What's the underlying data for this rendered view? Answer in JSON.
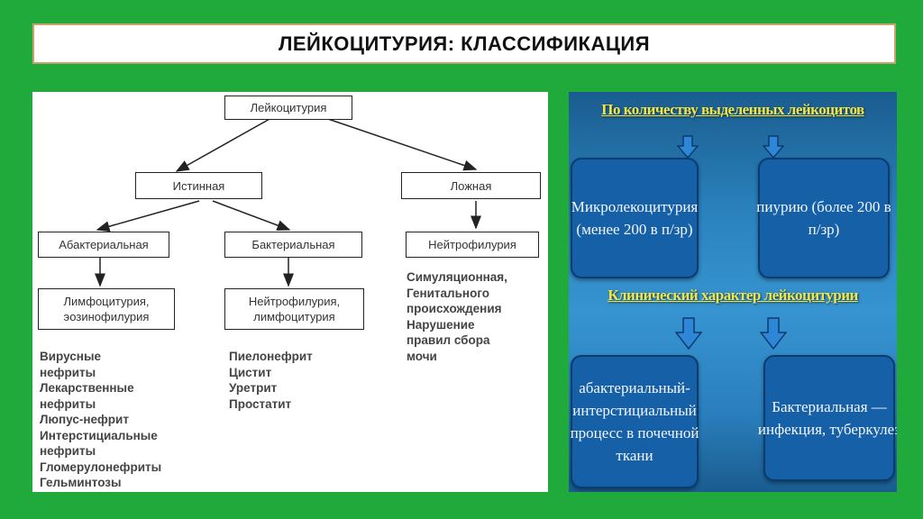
{
  "title": "ЛЕЙКОЦИТУРИЯ: КЛАССИФИКАЦИЯ",
  "tree": {
    "root": "Лейкоцитурия",
    "true_label": "Истинная",
    "false_label": "Ложная",
    "abacterial": "Абактериальная",
    "bacterial": "Бактериальная",
    "neutro_false": "Нейтрофилурия",
    "lympho": "Лимфоцитурия,\nэозинофилурия",
    "neutro_lympho": "Нейтрофилурия,\nлимфоцитурия",
    "abacterial_list": "Вирусные\nнефриты\nЛекарственные\nнефриты\nЛюпус-нефрит\nИнтерстициальные\nнефриты\nГломерулонефриты\nГельминтозы",
    "bacterial_list": "Пиелонефрит\nЦистит\nУретрит\nПростатит",
    "false_list": "Симуляционная,\nГенитального\nпроисхождения\nНарушение\nправил сбора\nмочи"
  },
  "right": {
    "header1": "По количеству выделенных лейкоцитов",
    "box1": "Микролекоцитурия\n(менее 200 в п/зр)",
    "box2": "пиурию (более 200 в\nп/зр)",
    "header2": "Клинический характер лейкоцитурии",
    "box3": "абактериальный-\nинтерстициальный\nпроцесс в почечной\nткани",
    "box4": "Бактериальная —\nинфекция, туберкулез"
  },
  "colors": {
    "background": "#1faa3b",
    "panel_blue": "#2a82bd",
    "box_blue": "#1660a8",
    "header_yellow": "#f3e642"
  }
}
